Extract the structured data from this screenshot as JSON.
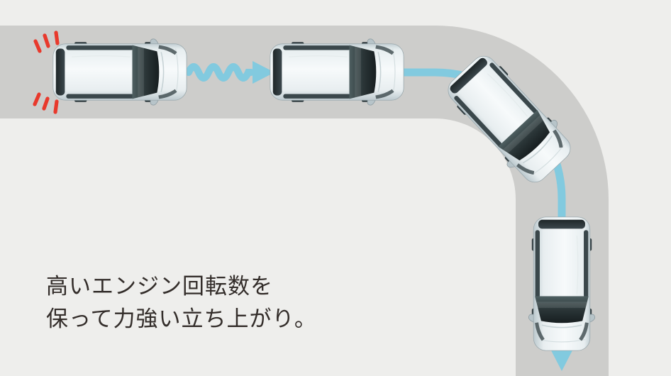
{
  "colors": {
    "background": "#eeeeec",
    "road": "#cdcdcb",
    "path-blue": "#82cadf",
    "burst-red": "#e8392c",
    "caption-text": "#332d2a"
  },
  "caption": {
    "line1": "高いエンジン回転数を",
    "line2": "保って力強い立ち上がり。"
  },
  "scene": {
    "cars": [
      {
        "name": "car-accelerating",
        "heading_deg": 0
      },
      {
        "name": "car-straight",
        "heading_deg": 0
      },
      {
        "name": "car-cornering",
        "heading_deg": 47
      },
      {
        "name": "car-corner-exit",
        "heading_deg": 90
      }
    ],
    "arrows": [
      {
        "name": "wavy-acceleration-arrow"
      },
      {
        "name": "cornering-path-arrow"
      }
    ],
    "burst": {
      "name": "engine-power-burst-marks"
    }
  }
}
